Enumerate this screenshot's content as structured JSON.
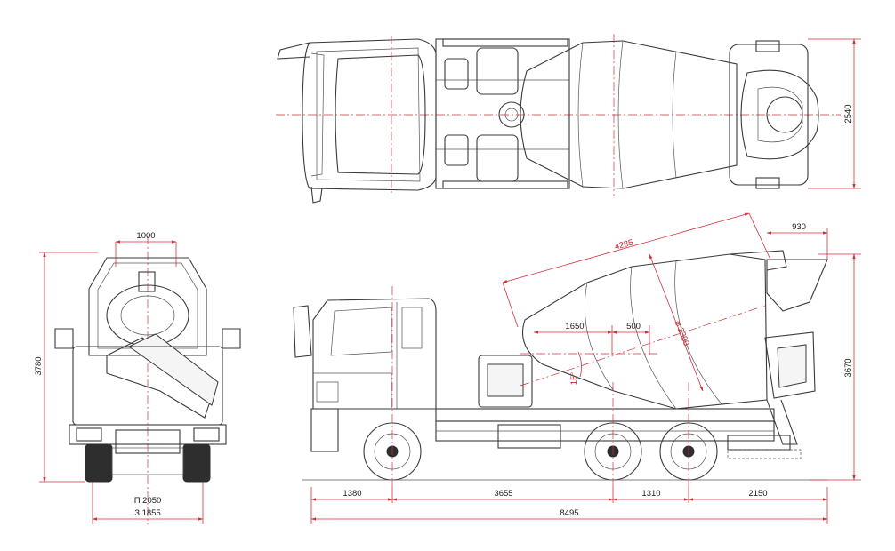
{
  "dimensions": {
    "overall_length": "8495",
    "front_overhang": "1380",
    "wheelbase_front": "3655",
    "tandem_spacing": "1310",
    "rear_overhang": "2150",
    "overall_height": "3670",
    "front_view_height": "3780",
    "top_width": "2540",
    "drum_length": "4285",
    "rear_hopper": "930",
    "drum_diameter": "⌀ 2300",
    "drum_offset_1650": "1650",
    "drum_offset_500": "500",
    "drum_tilt_angle": "15°",
    "front_track": "П 2050",
    "rear_track": "З 1855",
    "front_width_top": "1000"
  },
  "colors": {
    "line": "#3a3a3a",
    "dimension": "#d0303a"
  }
}
